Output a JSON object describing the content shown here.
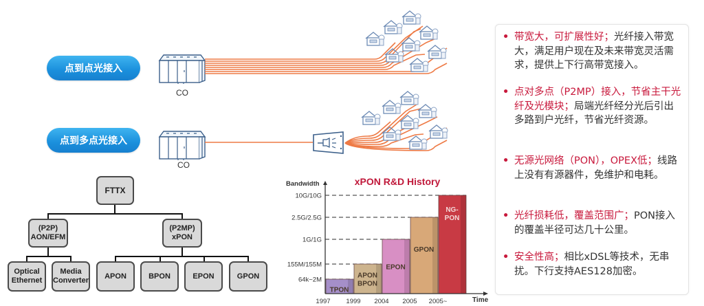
{
  "access_types": {
    "p2p_button": "点到点光接入",
    "p2mp_button": "点到多点光接入",
    "co_label_1": "CO",
    "co_label_2": "CO"
  },
  "tree": {
    "root": "FTTX",
    "p2p": {
      "line1": "(P2P)",
      "line2": "AON/EFM"
    },
    "p2mp": {
      "line1": "(P2MP)",
      "line2": "xPON"
    },
    "p2p_children": [
      {
        "line1": "Optical",
        "line2": "Ethernet"
      },
      {
        "line1": "Media",
        "line2": "Converter"
      }
    ],
    "p2mp_children": [
      "APON",
      "BPON",
      "EPON",
      "GPON"
    ]
  },
  "chart_data": {
    "type": "bar",
    "title": "xPON R&D History",
    "xlabel": "Time",
    "ylabel": "Bandwidth",
    "y_levels": [
      "64k~2M",
      "155M/155M",
      "1G/1G",
      "2.5G/2.5G",
      "10G/10G"
    ],
    "categories": [
      "1997",
      "1999",
      "2004",
      "2005",
      "2005~"
    ],
    "series": [
      {
        "name": "TPON",
        "label_lines": [
          "TPON"
        ],
        "level": 1,
        "color": "#a58fc9"
      },
      {
        "name": "APON/BPON",
        "label_lines": [
          "APON",
          "BPON"
        ],
        "level": 2,
        "color": "#cdb48e"
      },
      {
        "name": "EPON",
        "label_lines": [
          "EPON"
        ],
        "level": 3,
        "color": "#d88fc4"
      },
      {
        "name": "GPON",
        "label_lines": [
          "GPON"
        ],
        "level": 4,
        "color": "#d8a878"
      },
      {
        "name": "NG-PON",
        "label_lines": [
          "NG-",
          "PON"
        ],
        "level": 5,
        "color": "#c83a44"
      }
    ],
    "gridlines": "dashed at each level",
    "title_color": "#c0183a"
  },
  "benefits": [
    {
      "highlight": "带宽大，可扩展性好；",
      "text": "光纤接入带宽大，满足用户现在及未来带宽灵活需求，提供上下行高带宽接入。"
    },
    {
      "highlight": "点对多点（P2MP）接入，节省主干光纤及光模块；",
      "text": "局端光纤经分光后引出多路到户光纤，节省光纤资源。"
    },
    {
      "highlight": "无源光网络（PON），OPEX低；",
      "text": "线路上没有有源器件，免维护和电耗。"
    },
    {
      "highlight": "光纤损耗低，覆盖范围广；",
      "text": "PON接入的覆盖半径可达几十公里。"
    },
    {
      "highlight": "安全性高；",
      "text": "相比xDSL等技术，无串扰。下行支持AES128加密。"
    }
  ],
  "colors": {
    "fiber": "#ee7a45",
    "device_outline": "#3b5f8a",
    "highlight_red": "#c8193c",
    "pill_blue": "#1a8fdc"
  }
}
